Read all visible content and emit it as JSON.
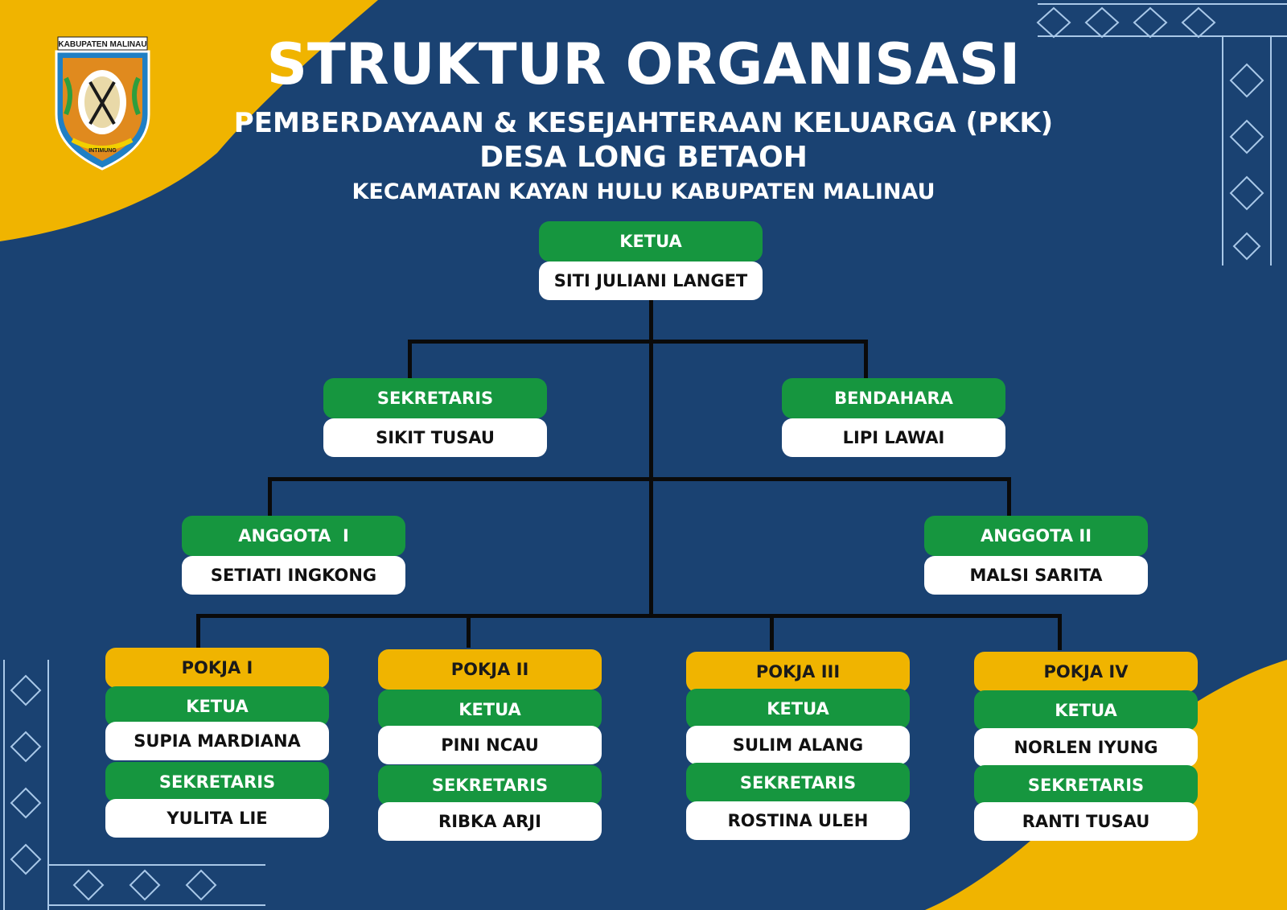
{
  "header": {
    "title": "STRUKTUR ORGANISASI",
    "subtitle1": "PEMBERDAYAAN & KESEJAHTERAAN KELUARGA (PKK)",
    "subtitle2": "DESA LONG BETAOH",
    "subtitle3": "KECAMATAN KAYAN HULU KABUPATEN MALINAU"
  },
  "logo": {
    "top_text": "KABUPATEN MALINAU",
    "bottom_text": "INTIMUNG"
  },
  "ketua": {
    "role": "KETUA",
    "name": "SITI JULIANI LANGET"
  },
  "sekretaris": {
    "role": "SEKRETARIS",
    "name": "SIKIT TUSAU"
  },
  "bendahara": {
    "role": "BENDAHARA",
    "name": "LIPI LAWAI"
  },
  "anggota1": {
    "role": "ANGGOTA  I",
    "name": "SETIATI INGKONG"
  },
  "anggota2": {
    "role": "ANGGOTA II",
    "name": "MALSI SARITA"
  },
  "pokja": [
    {
      "title": "POKJA I",
      "ketua_label": "KETUA",
      "ketua": "SUPIA MARDIANA",
      "sekretaris_label": "SEKRETARIS",
      "sekretaris": "YULITA LIE"
    },
    {
      "title": "POKJA II",
      "ketua_label": "KETUA",
      "ketua": "PINI NCAU",
      "sekretaris_label": "SEKRETARIS",
      "sekretaris": "RIBKA ARJI"
    },
    {
      "title": "POKJA III",
      "ketua_label": "KETUA",
      "ketua": "SULIM ALANG",
      "sekretaris_label": "SEKRETARIS",
      "sekretaris": "ROSTINA ULEH"
    },
    {
      "title": "POKJA IV",
      "ketua_label": "KETUA",
      "ketua": "NORLEN IYUNG",
      "sekretaris_label": "SEKRETARIS",
      "sekretaris": "RANTI TUSAU"
    }
  ],
  "colors": {
    "background": "#1a4272",
    "accent_gold": "#f0b400",
    "role_green": "#16963f",
    "name_white": "#ffffff",
    "connector": "#0a0a0a"
  }
}
